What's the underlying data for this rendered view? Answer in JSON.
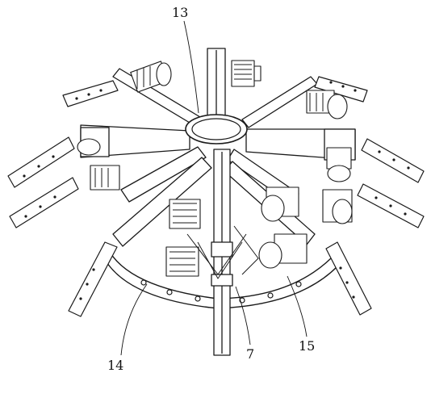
{
  "figure": {
    "callouts": [
      {
        "id": "13",
        "text": "13"
      },
      {
        "id": "14",
        "text": "14"
      },
      {
        "id": "7",
        "text": "7"
      },
      {
        "id": "15",
        "text": "15"
      }
    ]
  }
}
